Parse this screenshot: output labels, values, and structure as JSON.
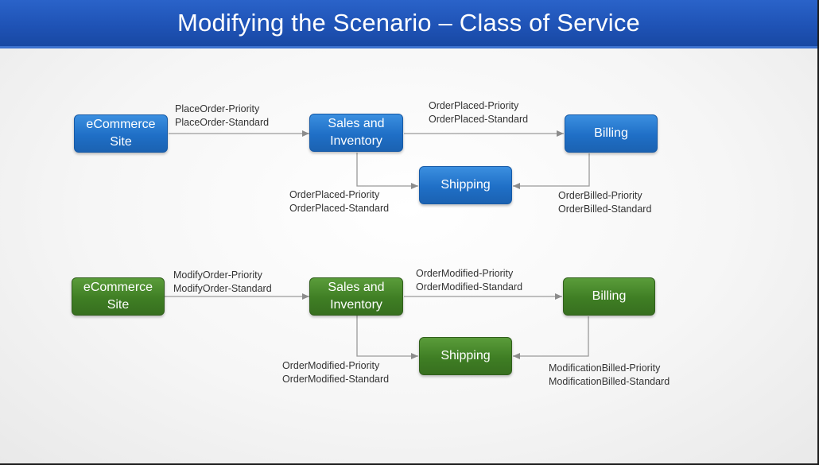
{
  "title": "Modifying the Scenario – Class of Service",
  "colors": {
    "title_bar": "#1f53b6",
    "blue_box": "#1f6fc6",
    "green_box": "#3f7e24",
    "arrow": "#8c8c8c"
  },
  "top_flow": {
    "nodes": {
      "ecommerce": "eCommerce\nSite",
      "sales": "Sales and\nInventory",
      "billing": "Billing",
      "shipping": "Shipping"
    },
    "edges": {
      "ecommerce_to_sales": [
        "PlaceOrder-Priority",
        "PlaceOrder-Standard"
      ],
      "sales_to_billing": [
        "OrderPlaced-Priority",
        "OrderPlaced-Standard"
      ],
      "sales_to_shipping": [
        "OrderPlaced-Priority",
        "OrderPlaced-Standard"
      ],
      "billing_to_shipping": [
        "OrderBilled-Priority",
        "OrderBilled-Standard"
      ]
    }
  },
  "bottom_flow": {
    "nodes": {
      "ecommerce": "eCommerce\nSite",
      "sales": "Sales and\nInventory",
      "billing": "Billing",
      "shipping": "Shipping"
    },
    "edges": {
      "ecommerce_to_sales": [
        "ModifyOrder-Priority",
        "ModifyOrder-Standard"
      ],
      "sales_to_billing": [
        "OrderModified-Priority",
        "OrderModified-Standard"
      ],
      "sales_to_shipping": [
        "OrderModified-Priority",
        "OrderModified-Standard"
      ],
      "billing_to_shipping": [
        "ModificationBilled-Priority",
        "ModificationBilled-Standard"
      ]
    }
  }
}
